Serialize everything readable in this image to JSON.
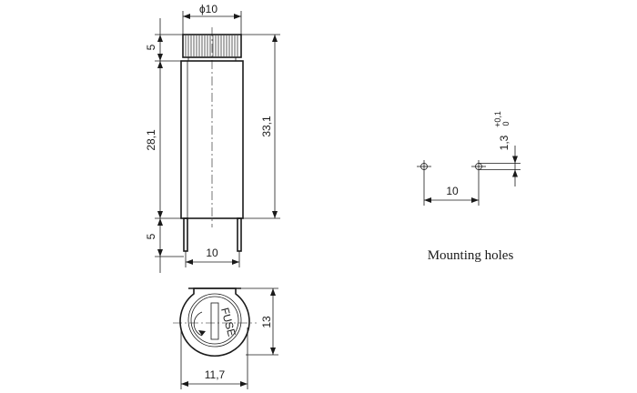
{
  "dimensions": {
    "cap_diameter": "ϕ10",
    "cap_height": "5",
    "body_height": "28,1",
    "pin_length": "5",
    "total_height": "33,1",
    "pin_spacing": "10",
    "front_height": "13",
    "front_width": "11,7",
    "hole_spacing": "10",
    "hole_diameter": "1,3",
    "hole_tol_upper": "+0,1",
    "hole_tol_lower": "0"
  },
  "labels": {
    "fuse_marking": "FUSE",
    "mounting_caption": "Mounting holes"
  }
}
